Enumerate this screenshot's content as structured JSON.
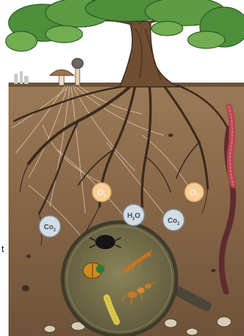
{
  "labels": {
    "o2_left": {
      "base": "O",
      "sub": "2"
    },
    "o2_right": {
      "base": "O",
      "sub": "2"
    },
    "co2_left": {
      "base": "Co",
      "sub": "2"
    },
    "co2_right": {
      "base": "Co",
      "sub": "2"
    },
    "h2o": {
      "pre": "H",
      "sub": "2",
      "post": "O"
    },
    "edge_fragment": "t"
  },
  "colors": {
    "soil": "#8a6a4c",
    "soil_dark": "#5f4630",
    "foliage": "#4d8f3a",
    "foliage_light": "#72ad52",
    "root": "#3a2a1d",
    "mycelium": "#f2e6d2",
    "worm": "#b84650",
    "o2_bubble": "#f6cf9a",
    "co2_bubble": "#d3dbe3",
    "lens": "#6f6a48"
  },
  "icons": {
    "tree": "tree-icon",
    "mushroom": "mushroom-icon",
    "worm": "earthworm-icon",
    "magnifier": "magnifier-lens-icon",
    "bugs": [
      "beetle-icon",
      "ladybug-icon",
      "springtail-icon",
      "larva-icon",
      "ant-icon"
    ]
  }
}
